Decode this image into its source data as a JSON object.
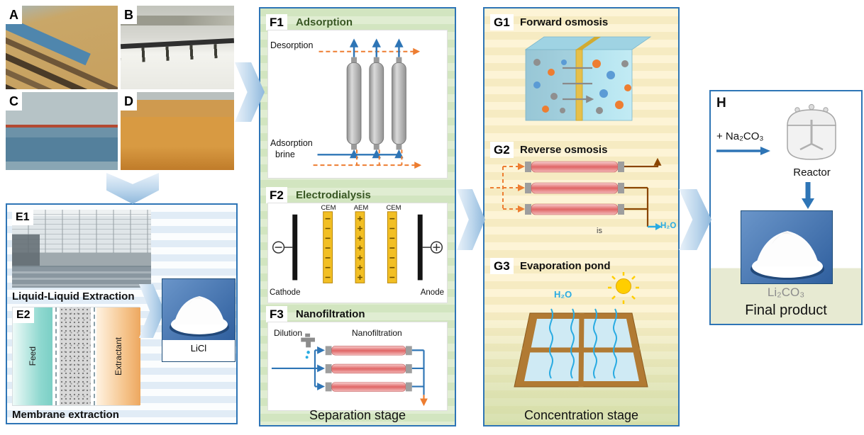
{
  "colors": {
    "accent_blue": "#2e75b6",
    "water_blue": "#29abe2",
    "orange_flow": "#ed7d31",
    "brown_flow": "#8a4500",
    "panel_green": "#d2e5c0",
    "panel_cream": "#fdf4d6",
    "title_green": "#385723"
  },
  "photos": {
    "a": "A",
    "b": "B",
    "c": "C",
    "d": "D"
  },
  "extraction": {
    "e1_label": "E1",
    "liquid_liquid_caption": "Liquid-Liquid Extraction",
    "e2_label": "E2",
    "membrane_caption": "Membrane extraction",
    "feed": "Feed",
    "extractant": "Extractant",
    "licl": "LiCl"
  },
  "separation": {
    "stage_title": "Separation stage",
    "f1": {
      "label": "F1",
      "title": "Adsorption",
      "desorption": "Desorption",
      "adsorption": "Adsorption",
      "brine": "brine"
    },
    "f2": {
      "label": "F2",
      "title": "Electrodialysis",
      "cem_left": "CEM",
      "aem": "AEM",
      "cem_right": "CEM",
      "cathode": "Cathode",
      "anode": "Anode"
    },
    "f3": {
      "label": "F3",
      "title": "Nanofiltration",
      "dilution": "Dilution",
      "unit_label": "Nanofiltration"
    }
  },
  "concentration": {
    "stage_title": "Concentration stage",
    "g1": {
      "label": "G1",
      "title": "Forward osmosis"
    },
    "g2": {
      "label": "G2",
      "title": "Reverse osmosis",
      "water": "H₂O",
      "stray": "is"
    },
    "g3": {
      "label": "G3",
      "title": "Evaporation pond",
      "water": "H₂O"
    }
  },
  "product": {
    "label": "H",
    "reagent": "+ Na₂CO₃",
    "reactor": "Reactor",
    "formula": "Li₂CO₃",
    "caption": "Final product"
  }
}
